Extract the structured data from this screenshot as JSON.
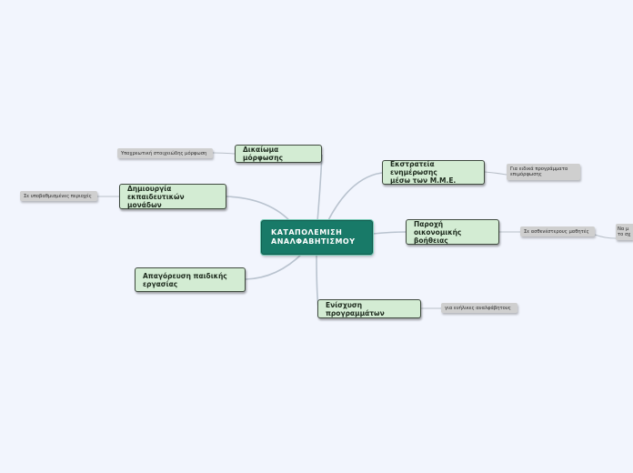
{
  "central": {
    "text": "ΚΑΤΑΠΟΛΕΜΙΣΗ\nΑΝΑΛΦΑΒΗΤΙΣΜΟΥ"
  },
  "topics": [
    {
      "id": "dikaioma",
      "text": "Δικαίωμα μόρφωσης"
    },
    {
      "id": "dimiourgia",
      "text": "Δημιουργία\nεκπαιδευτικών μονάδων"
    },
    {
      "id": "apagoreusi",
      "text": "Απαγόρευση παιδικής\nεργασίας"
    },
    {
      "id": "ekstrateia",
      "text": "Εκστρατεία ενημέρωσης\nμέσω των Μ.Μ.Ε."
    },
    {
      "id": "paroxi",
      "text": "Παροχή οικονομικής\nβοήθειας"
    },
    {
      "id": "enisxysi",
      "text": "Ενίσχυση προγραμμάτων"
    }
  ],
  "notes": [
    {
      "id": "ypoxreotiki",
      "text": "Υποχρεωτική στοιχειώδης μόρφωση"
    },
    {
      "id": "ypovathismenes",
      "text": "Σε υποβαθμισμένες περιοχές"
    },
    {
      "id": "eidika",
      "text": "Για ειδικά προγράμματα\nεπιμόρφωσης"
    },
    {
      "id": "asthenesterous",
      "text": "Σε ασθενέστερους μαθητές"
    },
    {
      "id": "na_m",
      "text": "Να μ\nτο σχ"
    },
    {
      "id": "enilikes",
      "text": "για ενήλικες αναλφάβητους"
    }
  ],
  "colors": {
    "background": "#f2f5fd",
    "central_fill": "#187a68",
    "topic_fill": "#d3ecd3",
    "note_fill": "#cfcfcf",
    "connector": "#b9c3cf"
  }
}
